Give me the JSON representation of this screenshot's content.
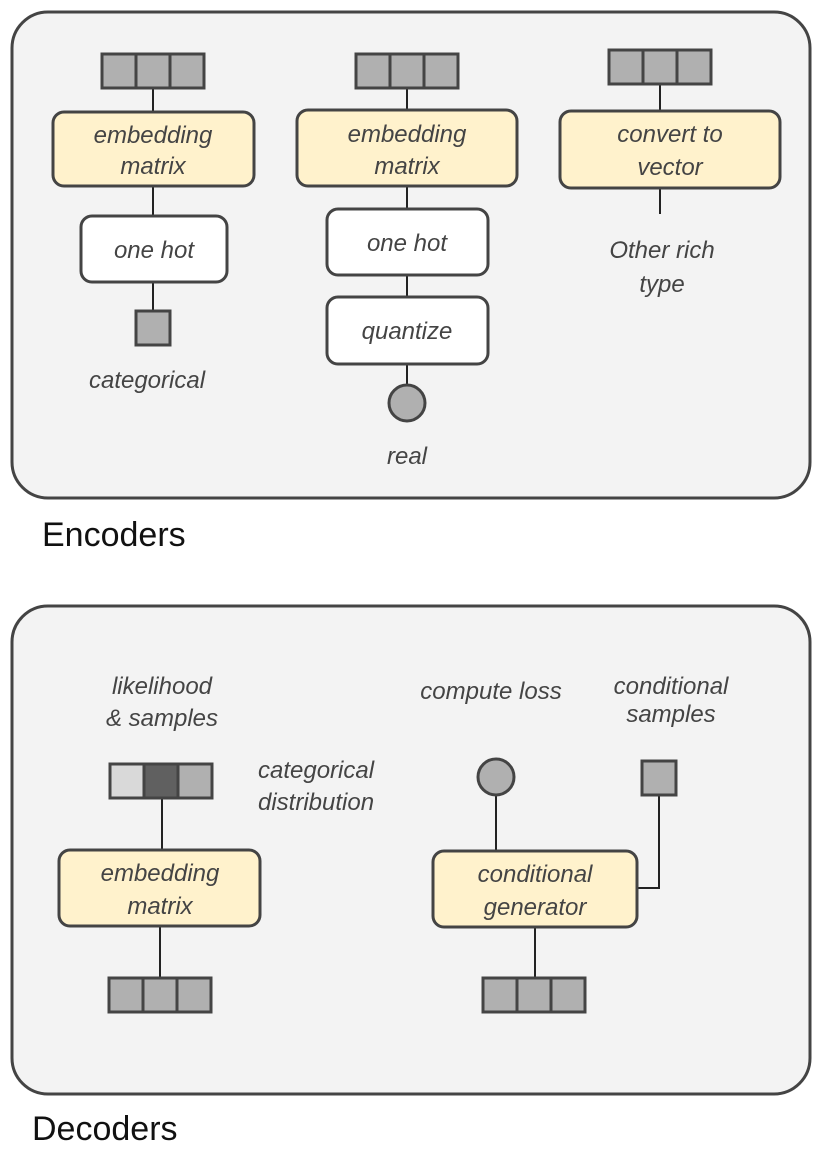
{
  "colors": {
    "panel_fill": "#f3f3f3",
    "node_yellow": "#fff2cc",
    "cell_gray": "#b0b0b0",
    "cell_light": "#d9d9d9",
    "cell_dark": "#606060",
    "stroke": "#444444"
  },
  "encoders": {
    "section_title": "Encoders",
    "col1": {
      "node_top": [
        "embedding",
        "matrix"
      ],
      "node_mid": "one hot",
      "label": "categorical"
    },
    "col2": {
      "node_top": [
        "embedding",
        "matrix"
      ],
      "node_mid": "one hot",
      "node_low": "quantize",
      "label": "real"
    },
    "col3": {
      "node_top": [
        "convert to",
        "vector"
      ],
      "label": [
        "Other rich",
        "type"
      ]
    }
  },
  "decoders": {
    "section_title": "Decoders",
    "left": {
      "top_label": [
        "likelihood",
        "& samples"
      ],
      "side_label": [
        "categorical",
        "distribution"
      ],
      "node": [
        "embedding",
        "matrix"
      ]
    },
    "right": {
      "loss_label": "compute loss",
      "samples_label": [
        "conditional",
        "samples"
      ],
      "node": [
        "conditional",
        "generator"
      ]
    }
  }
}
